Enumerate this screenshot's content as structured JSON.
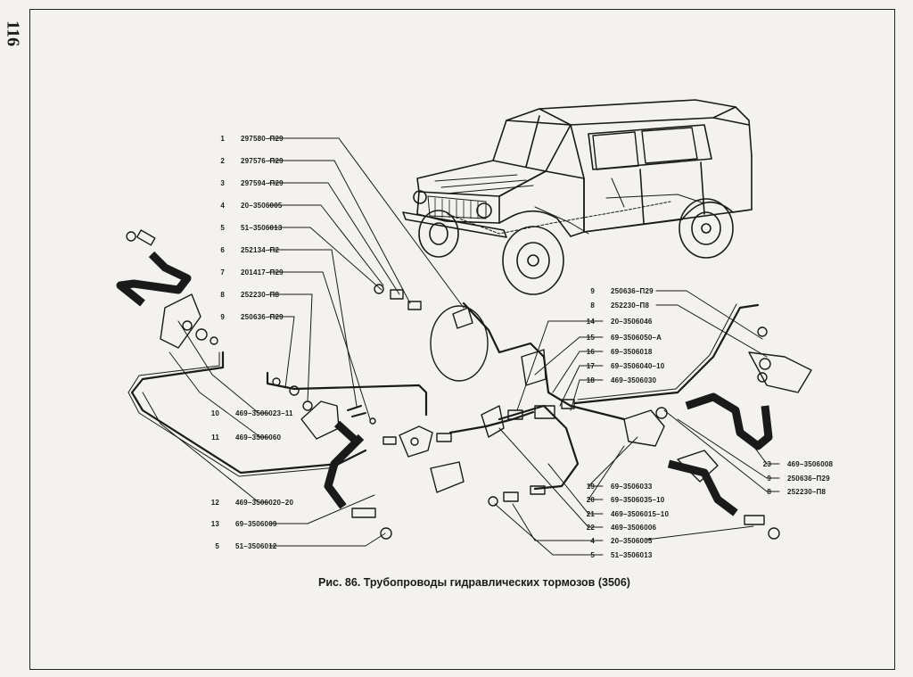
{
  "page_number": "116",
  "caption": "Рис. 86. Трубопроводы гидравлических тормозов (3506)",
  "labels_left": [
    {
      "num": "1",
      "part": "297580–П29"
    },
    {
      "num": "2",
      "part": "297576–П29"
    },
    {
      "num": "3",
      "part": "297594–П29"
    },
    {
      "num": "4",
      "part": "20–3506005"
    },
    {
      "num": "5",
      "part": "51–3506013"
    },
    {
      "num": "6",
      "part": "252134–П2"
    },
    {
      "num": "7",
      "part": "201417–П29"
    },
    {
      "num": "8",
      "part": "252230–П8"
    },
    {
      "num": "9",
      "part": "250636–П29"
    },
    {
      "num": "10",
      "part": "469–3506023–11"
    },
    {
      "num": "11",
      "part": "469–3506060"
    },
    {
      "num": "12",
      "part": "469–3506020–20"
    },
    {
      "num": "13",
      "part": "69–3506009"
    },
    {
      "num": "5",
      "part": "51–3506012"
    }
  ],
  "labels_right": [
    {
      "num": "9",
      "part": "250636–П29"
    },
    {
      "num": "8",
      "part": "252230–П8"
    },
    {
      "num": "14",
      "part": "20–3506046"
    },
    {
      "num": "15",
      "part": "69–3506050–А"
    },
    {
      "num": "16",
      "part": "69–3506018"
    },
    {
      "num": "17",
      "part": "69–3506040–10"
    },
    {
      "num": "18",
      "part": "469–3506030"
    },
    {
      "num": "23",
      "part": "469–3506008"
    },
    {
      "num": "9",
      "part": "250636–П29"
    },
    {
      "num": "8",
      "part": "252230–П8"
    },
    {
      "num": "19",
      "part": "69–3506033"
    },
    {
      "num": "20",
      "part": "69–3506035–10"
    },
    {
      "num": "21",
      "part": "469–3506015–10"
    },
    {
      "num": "22",
      "part": "469–3506006"
    },
    {
      "num": "4",
      "part": "20–3506005"
    },
    {
      "num": "5",
      "part": "51–3506013"
    }
  ]
}
